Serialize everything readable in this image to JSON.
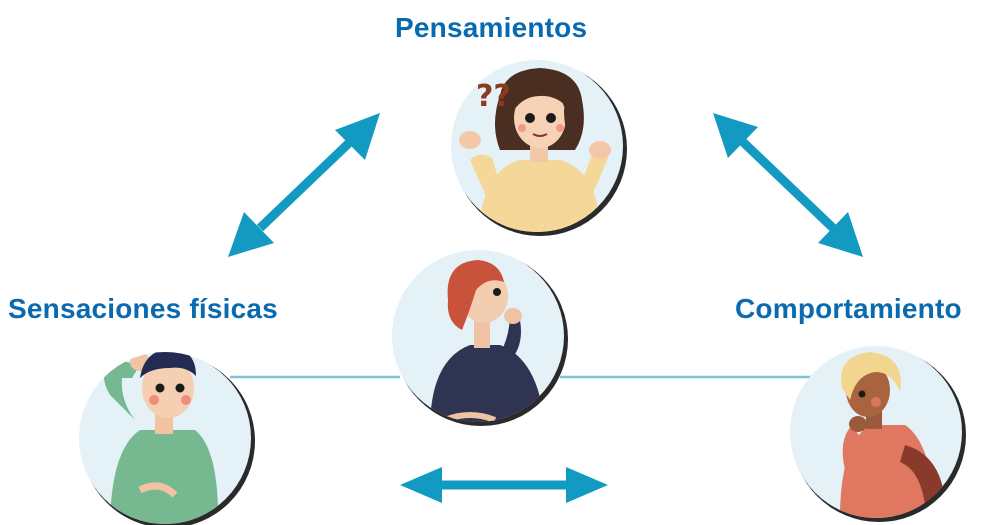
{
  "nodes": {
    "thoughts": {
      "label": "Pensamientos",
      "icon": "confused-woman-shrugging-icon"
    },
    "sensations": {
      "label": "Sensaciones físicas",
      "icon": "worried-man-scratching-head-icon"
    },
    "behavior": {
      "label": "Comportamiento",
      "icon": "thinking-person-hand-on-chin-icon"
    },
    "center": {
      "icon": "pensive-person-looking-up-icon"
    }
  },
  "thoughts_mark": "??",
  "colors": {
    "label": "#0a6ab0",
    "arrow": "#139ac3",
    "connector": "#7fc3d6",
    "circle_bg": "#e4f2f7",
    "circle_shadow": "#2a2a2a"
  }
}
